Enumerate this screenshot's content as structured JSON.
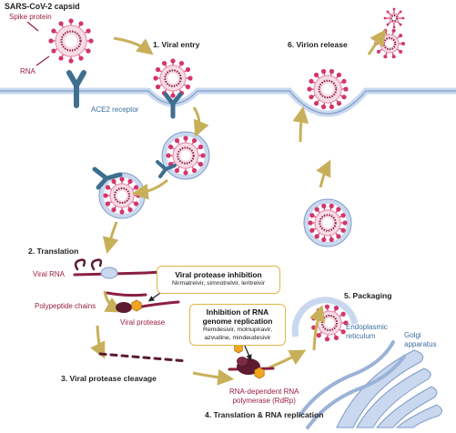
{
  "title": "SARS-CoV-2 capsid",
  "labels": {
    "spike_protein": "Spike protein",
    "rna": "RNA",
    "ace2_receptor": "ACE2 receptor",
    "viral_rna": "Viral RNA",
    "polypeptide_chains": "Polypeptide chains",
    "viral_protease": "Viral protease",
    "rdrp_line1": "RNA-dependent RNA",
    "rdrp_line2": "polymerase (RdRp)",
    "er_line1": "Endoplasmic",
    "er_line2": "reticulum",
    "golgi_line1": "Golgi",
    "golgi_line2": "apparatus"
  },
  "steps": {
    "s1": "1. Viral entry",
    "s2": "2. Translation",
    "s3": "3. Viral protease cleavage",
    "s4": "4. Translation & RNA replication",
    "s5": "5. Packaging",
    "s6": "6. Virion release"
  },
  "boxes": {
    "protease": {
      "title": "Viral protease inhibition",
      "drugs": "Nirmatrelvir, simnotrelvir, leritrelvir"
    },
    "rna": {
      "title_line1": "Inhibition of RNA",
      "title_line2": "genome replication",
      "drugs_line1": "Remdesivir, molnupiravir,",
      "drugs_line2": "azvudine, mindeudesivir"
    }
  },
  "colors": {
    "spike": "#d4356a",
    "membrane": "#c9d8ee",
    "membrane_line": "#7f9cc8",
    "receptor": "#3f6f8f",
    "arrow": "#c8b05a",
    "box_border": "#e3b547",
    "protease": "#f2a51f",
    "rna_strand": "#8a2040"
  }
}
